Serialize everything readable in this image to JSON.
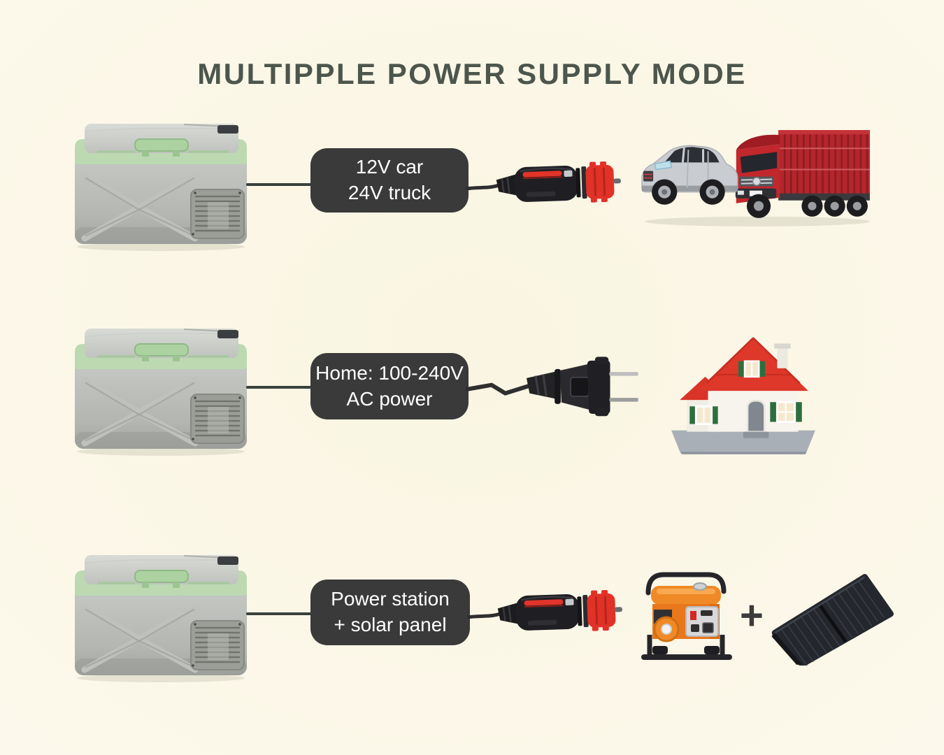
{
  "title": "MULTIPPLE POWER SUPPLY MODE",
  "device": "portable-car-refrigerator",
  "rows": [
    {
      "label_line1": "12V car",
      "label_line2": "24V truck",
      "plug_icon": "cigarette-lighter-plug-icon",
      "destination_icons": [
        "suv-car-icon",
        "cargo-truck-icon"
      ]
    },
    {
      "label_line1": "Home: 100-240V",
      "label_line2": "AC power",
      "plug_icon": "ac-two-prong-plug-icon",
      "destination_icons": [
        "model-house-icon"
      ]
    },
    {
      "label_line1": "Power station",
      "label_line2": "+ solar panel",
      "plus_sign": "+",
      "plug_icon": "cigarette-lighter-plug-icon",
      "destination_icons": [
        "portable-generator-icon",
        "solar-panel-icon"
      ]
    }
  ],
  "colors": {
    "background": "#FBF7E7",
    "title": "#4C564C",
    "label_box": "#3A3A3A",
    "label_text": "#FFFFFF",
    "cable": "#39413C",
    "plug_red": "#E1342A",
    "fridge_green": "#BCD9B2",
    "truck_red": "#B3262C",
    "house_roof_red": "#DD382A",
    "generator_orange": "#EF8A26",
    "solar_dark": "#24272D"
  }
}
